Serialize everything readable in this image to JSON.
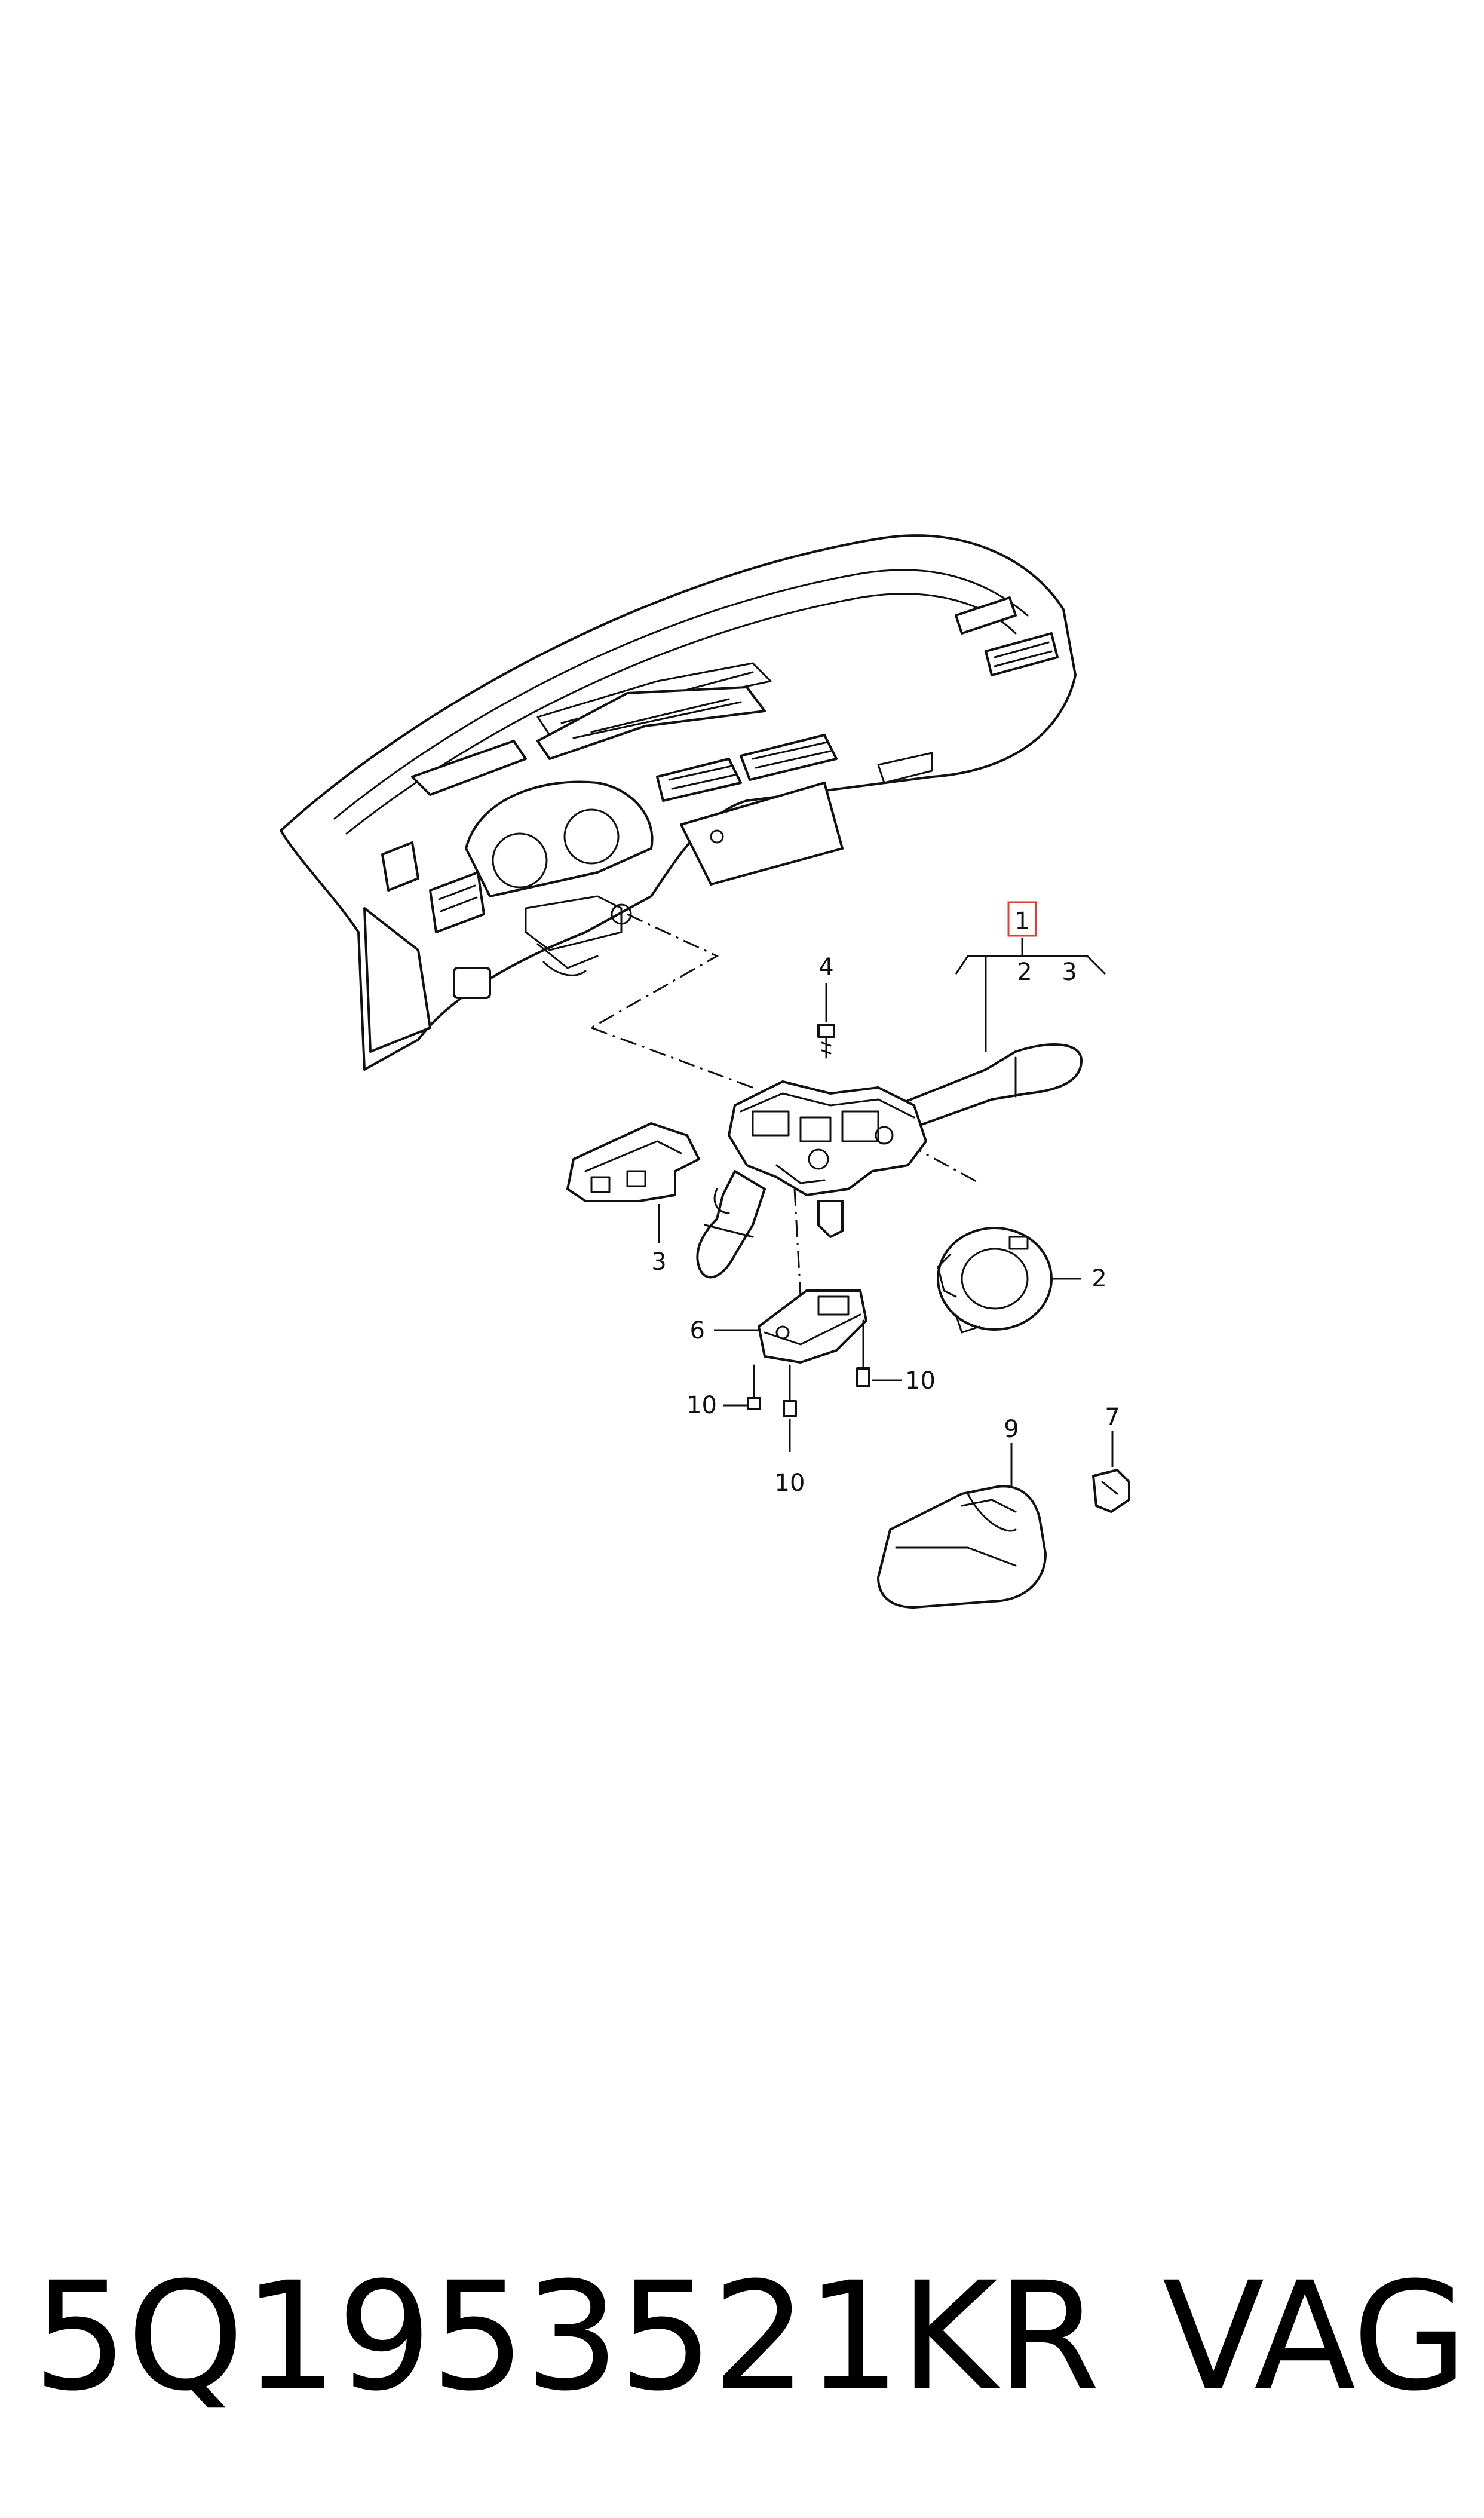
{
  "callouts": {
    "c1": "1",
    "c2a": "2",
    "c3a": "3",
    "c2b": "2",
    "c3b": "3",
    "c4": "4",
    "c6": "6",
    "c7": "7",
    "c9": "9",
    "c10a": "10",
    "c10b": "10",
    "c10c": "10"
  },
  "caption": {
    "part_number": "5Q1953521KR",
    "brand": "VAG"
  },
  "colors": {
    "line": "#111111",
    "highlight": "#e53935",
    "background": "#ffffff"
  }
}
